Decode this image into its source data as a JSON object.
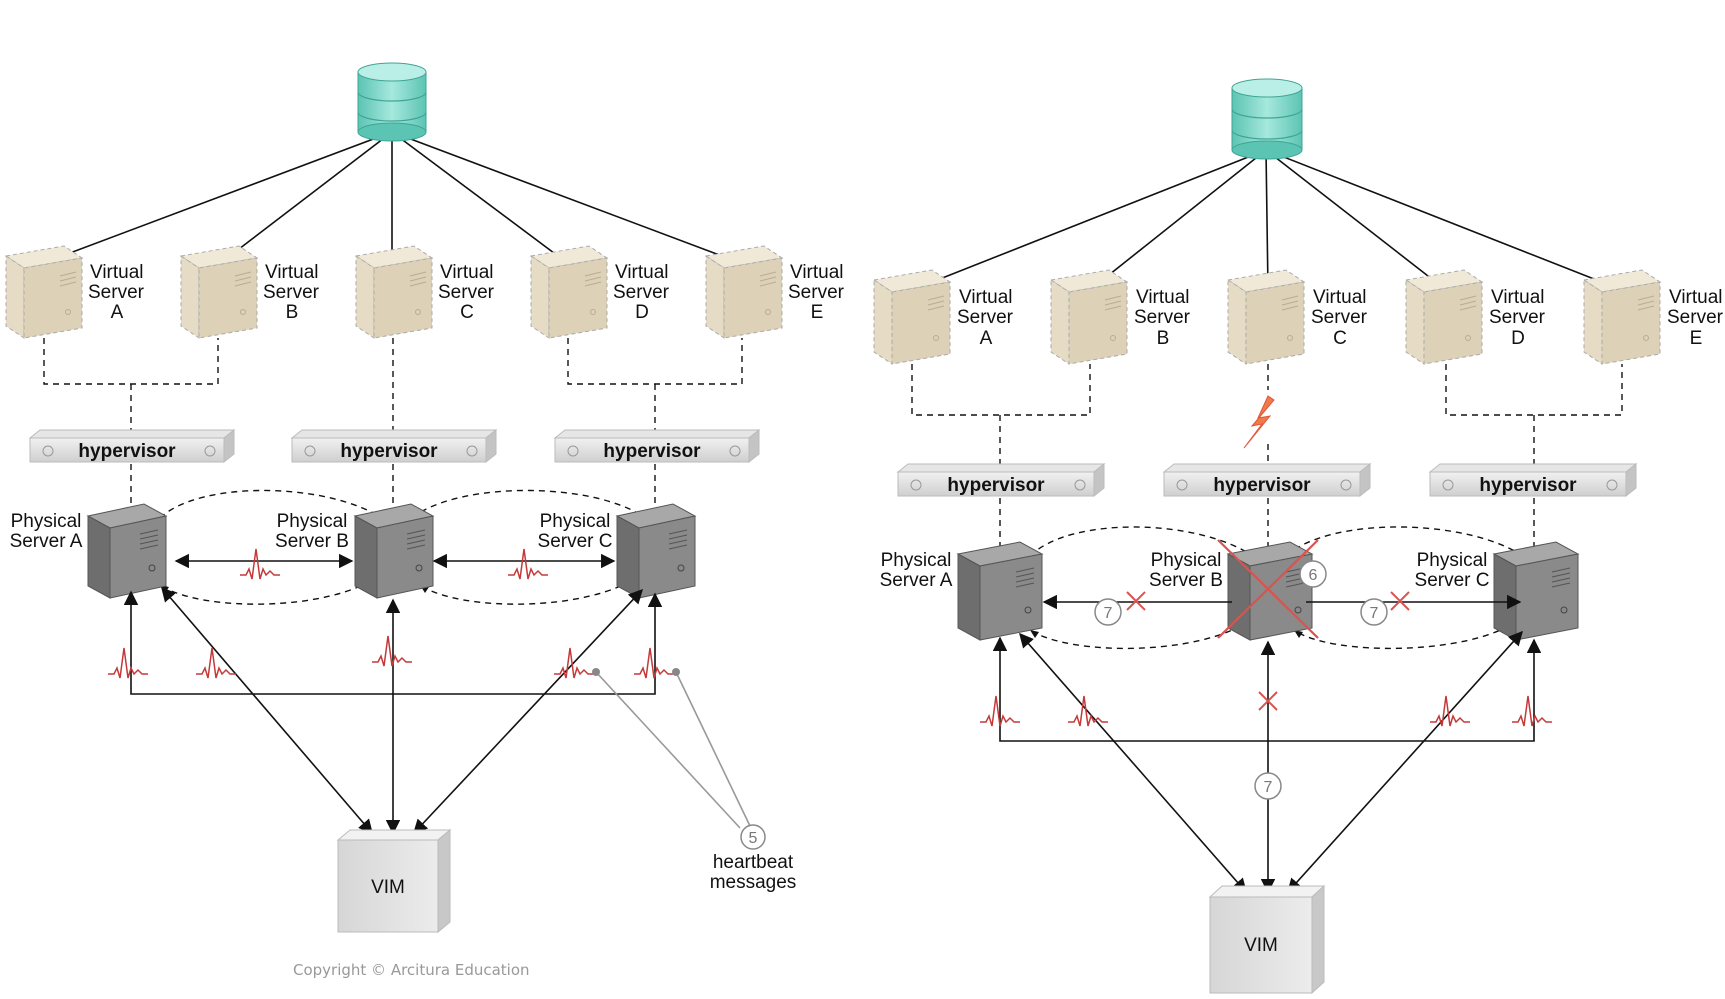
{
  "left_panel": {
    "virtual_servers": [
      {
        "line1": "Virtual",
        "line2": "Server",
        "line3": "A"
      },
      {
        "line1": "Virtual",
        "line2": "Server",
        "line3": "B"
      },
      {
        "line1": "Virtual",
        "line2": "Server",
        "line3": "C"
      },
      {
        "line1": "Virtual",
        "line2": "Server",
        "line3": "D"
      },
      {
        "line1": "Virtual",
        "line2": "Server",
        "line3": "E"
      }
    ],
    "hypervisors": [
      "hypervisor",
      "hypervisor",
      "hypervisor"
    ],
    "physical_servers": [
      {
        "line1": "Physical",
        "line2": "Server A"
      },
      {
        "line1": "Physical",
        "line2": "Server B"
      },
      {
        "line1": "Physical",
        "line2": "Server C"
      }
    ],
    "vim_label": "VIM",
    "callout_number": "5",
    "callout_line1": "heartbeat",
    "callout_line2": "messages"
  },
  "right_panel": {
    "virtual_servers": [
      {
        "line1": "Virtual",
        "line2": "Server",
        "line3": "A"
      },
      {
        "line1": "Virtual",
        "line2": "Server",
        "line3": "B"
      },
      {
        "line1": "Virtual",
        "line2": "Server",
        "line3": "C"
      },
      {
        "line1": "Virtual",
        "line2": "Server",
        "line3": "D"
      },
      {
        "line1": "Virtual",
        "line2": "Server",
        "line3": "E"
      }
    ],
    "hypervisors": [
      "hypervisor",
      "hypervisor",
      "hypervisor"
    ],
    "physical_servers": [
      {
        "line1": "Physical",
        "line2": "Server A"
      },
      {
        "line1": "Physical",
        "line2": "Server B"
      },
      {
        "line1": "Physical",
        "line2": "Server C"
      }
    ],
    "vim_label": "VIM",
    "callout_failure": "6",
    "callout_lost": "7"
  },
  "copyright": "Copyright © Arcitura Education",
  "colors": {
    "storage": "#7fd6c8",
    "virtual_server": "#e6dcc6",
    "physical_server": "#8c8c8c",
    "heartbeat": "#c43a3a",
    "failure_x": "#d9534f",
    "lightning": "#f07a4a"
  }
}
